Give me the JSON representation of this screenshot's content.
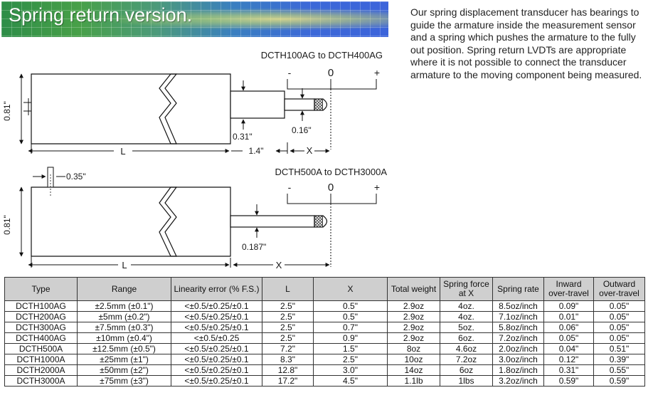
{
  "header": {
    "title": "Spring return version."
  },
  "description": "Our spring displacement transducer has bearings to guide the armature inside the measurement sensor and a spring which pushes the armature to the fully out position.  Spring return LVDTs are appropriate where it is not possible to connect the transducer armature to the moving component being measured.",
  "diagram_top": {
    "caption": "DCTH100AG to DCTH400AG",
    "scale_minus": "-",
    "scale_zero": "0",
    "scale_plus": "+",
    "dim_height": "0.81\"",
    "dim_body": "0.31\"",
    "dim_tip": "0.16\"",
    "dim_length": "L",
    "dim_stub": "1.4\"",
    "dim_travel": "X"
  },
  "diagram_bottom": {
    "caption": "DCTH500A to DCTH3000A",
    "scale_minus": "-",
    "scale_zero": "0",
    "scale_plus": "+",
    "dim_connector": "0.35\"",
    "dim_height": "0.81\"",
    "dim_armature": "0.187\"",
    "dim_length": "L",
    "dim_travel": "X"
  },
  "table": {
    "headers": [
      "Type",
      "Range",
      "Linearity error (% F.S.)",
      "L",
      "X",
      "Total weight",
      "Spring force at X",
      "Spring rate",
      "Inward over-travel",
      "Outward over-travel"
    ],
    "rows": [
      [
        "DCTH100AG",
        "±2.5mm (±0.1\")",
        "<±0.5/±0.25/±0.1",
        "2.5\"",
        "0.5\"",
        "2.9oz",
        "4oz.",
        "8.5oz/inch",
        "0.09\"",
        "0.05\""
      ],
      [
        "DCTH200AG",
        "±5mm (±0.2\")",
        "<±0.5/±0.25/±0.1",
        "2.5\"",
        "0.5\"",
        "2.9oz",
        "4oz.",
        "7.1oz/inch",
        "0.01\"",
        "0.05\""
      ],
      [
        "DCTH300AG",
        "±7.5mm (±0.3\")",
        "<±0.5/±0.25/±0.1",
        "2.5\"",
        "0.7\"",
        "2.9oz",
        "5oz.",
        "5.8oz/inch",
        "0.06\"",
        "0.05\""
      ],
      [
        "DCTH400AG",
        "±10mm (±0.4\")",
        "<±0.5/±0.25",
        "2.5\"",
        "0.9\"",
        "2.9oz",
        "6oz.",
        "7.2oz/inch",
        "0.05\"",
        "0.05\""
      ],
      [
        "DCTH500A",
        "±12.5mm (±0.5\")",
        "<±0.5/±0.25/±0.1",
        "7.2\"",
        "1.5\"",
        "8oz",
        "4.6oz",
        "2.0oz/inch",
        "0.04\"",
        "0.51\""
      ],
      [
        "DCTH1000A",
        "±25mm (±1\")",
        "<±0.5/±0.25/±0.1",
        "8.3\"",
        "2.5\"",
        "10oz",
        "7.2oz",
        "3.0oz/inch",
        "0.12\"",
        "0.39\""
      ],
      [
        "DCTH2000A",
        "±50mm (±2\")",
        "<±0.5/±0.25/±0.1",
        "12.8\"",
        "3.0\"",
        "14oz",
        "6oz",
        "1.8oz/inch",
        "0.31\"",
        "0.55\""
      ],
      [
        "DCTH3000A",
        "±75mm (±3\")",
        "<±0.5/±0.25/±0.1",
        "17.2\"",
        "4.5\"",
        "1.1lb",
        "1lbs",
        "3.2oz/inch",
        "0.59\"",
        "0.59\""
      ]
    ]
  },
  "colors": {
    "banner_start": "#2e8d48",
    "banner_end": "#3c64da",
    "header_bg": "#cfcfcf"
  }
}
